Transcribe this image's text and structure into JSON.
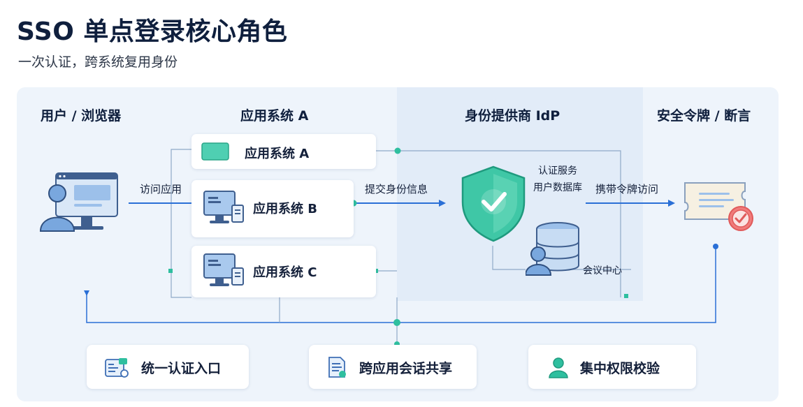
{
  "title": "SSO 单点登录核心角色",
  "subtitle": "一次认证，跨系统复用身份",
  "columns": {
    "user": "用户 / 浏览器",
    "apps": "应用系统 A",
    "idp": "身份提供商 IdP",
    "token": "安全令牌 / 断言"
  },
  "apps": [
    {
      "label": "应用系统 A"
    },
    {
      "label": "应用系统 B"
    },
    {
      "label": "应用系统 C"
    }
  ],
  "flows": {
    "access": "访问应用",
    "submit": "提交身份信息",
    "carry": "携带令牌访问"
  },
  "idp": {
    "auth_service": "认证服务",
    "user_db": "用户数据库",
    "session_center": "会议中心"
  },
  "features": [
    {
      "label": "统一认证入口",
      "icon": "form-icon"
    },
    {
      "label": "跨应用会话共享",
      "icon": "document-icon"
    },
    {
      "label": "集中权限校验",
      "icon": "user-icon"
    }
  ],
  "colors": {
    "arrow_blue": "#2a6fd6",
    "teal": "#2fbf9f",
    "line_gray": "#8fa9c8",
    "check_red": "#e05a5a"
  }
}
